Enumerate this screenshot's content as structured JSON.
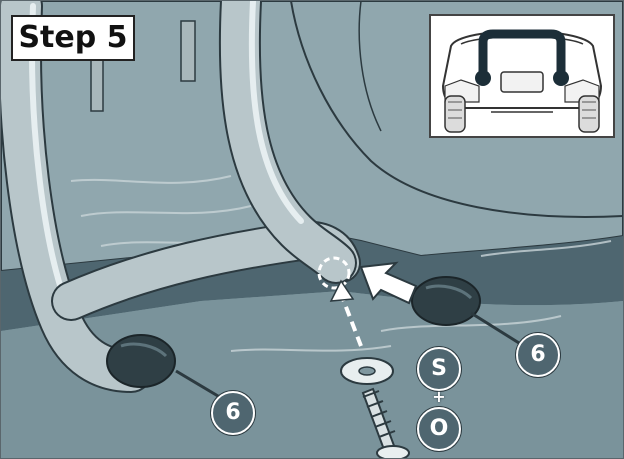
{
  "step": {
    "label": "Step 5"
  },
  "callouts": {
    "left_part": "6",
    "right_part": "6",
    "hardware_screw": "S",
    "hardware_plus": "+",
    "hardware_other": "O"
  },
  "icons": {
    "inset": "vehicle-rear-view-icon",
    "arrow": "insert-arrow-icon",
    "screw": "screw-icon",
    "washer": "washer-icon",
    "target": "fastening-point-icon"
  },
  "colors": {
    "scene_blue": "#7f979f",
    "part_gray": "#a9b7bb",
    "badge": "#4f6670",
    "outline": "#2c3a40"
  }
}
